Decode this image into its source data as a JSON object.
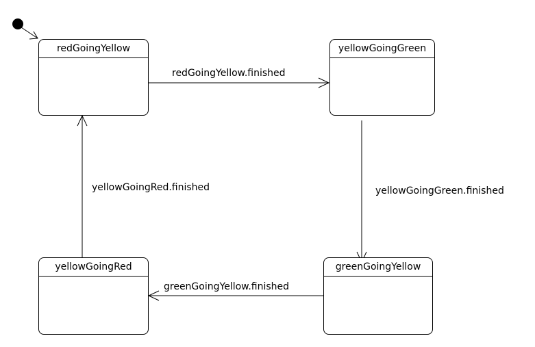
{
  "diagram": {
    "states": [
      {
        "id": "redGoingYellow",
        "name": "redGoingYellow",
        "initial": true
      },
      {
        "id": "yellowGoingGreen",
        "name": "yellowGoingGreen"
      },
      {
        "id": "greenGoingYellow",
        "name": "greenGoingYellow"
      },
      {
        "id": "yellowGoingRed",
        "name": "yellowGoingRed"
      }
    ],
    "transitions": [
      {
        "from": "redGoingYellow",
        "to": "yellowGoingGreen",
        "label": "redGoingYellow.finished"
      },
      {
        "from": "yellowGoingGreen",
        "to": "greenGoingYellow",
        "label": "yellowGoingGreen.finished"
      },
      {
        "from": "greenGoingYellow",
        "to": "yellowGoingRed",
        "label": "greenGoingYellow.finished"
      },
      {
        "from": "yellowGoingRed",
        "to": "redGoingYellow",
        "label": "yellowGoingRed.finished"
      }
    ]
  }
}
